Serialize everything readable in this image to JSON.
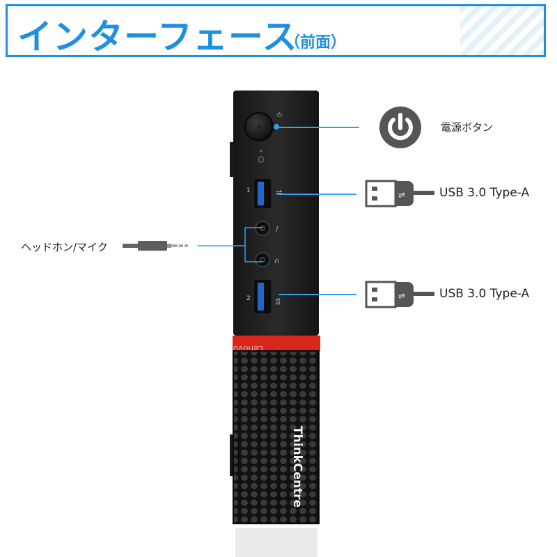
{
  "header": {
    "title": "インターフェース",
    "subtitle": "（前面）"
  },
  "callouts": {
    "power": {
      "label": "電源ボタン",
      "icon": "power-icon"
    },
    "usb1": {
      "label": "USB 3.0 Type-A",
      "icon": "usb-plug-icon"
    },
    "usb2": {
      "label": "USB 3.0 Type-A",
      "icon": "usb-plug-icon"
    },
    "audio": {
      "label": "ヘッドホン/マイク",
      "icon": "audio-plug-icon"
    }
  },
  "device": {
    "brand_red_band": "Lenovo",
    "brand_vertical": "ThinkCentre",
    "port_numbers": [
      "1",
      "2"
    ],
    "usb_mark": "SS"
  },
  "colors": {
    "accent_blue": "#1f8fe0",
    "line_blue": "#2fa3ef",
    "lenovo_red": "#d8261d",
    "chassis": "#1b1b1b"
  }
}
